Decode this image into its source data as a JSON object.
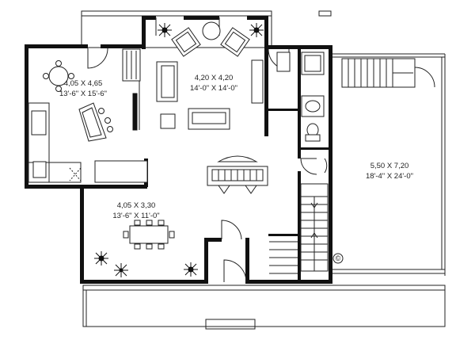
{
  "rooms": {
    "kitchen": {
      "metric": "4,05 X 4,65",
      "imperial": "13'-6\" X 15'-6\""
    },
    "living": {
      "metric": "4,20 X 4,20",
      "imperial": "14'-0\" X 14'-0\""
    },
    "dining": {
      "metric": "4,05 X 3,30",
      "imperial": "13'-6\" X 11'-0\""
    },
    "garage": {
      "metric": "5,50 X 7,20",
      "imperial": "18'-4\" X 24'-0\""
    }
  },
  "copyright_mark": "©"
}
